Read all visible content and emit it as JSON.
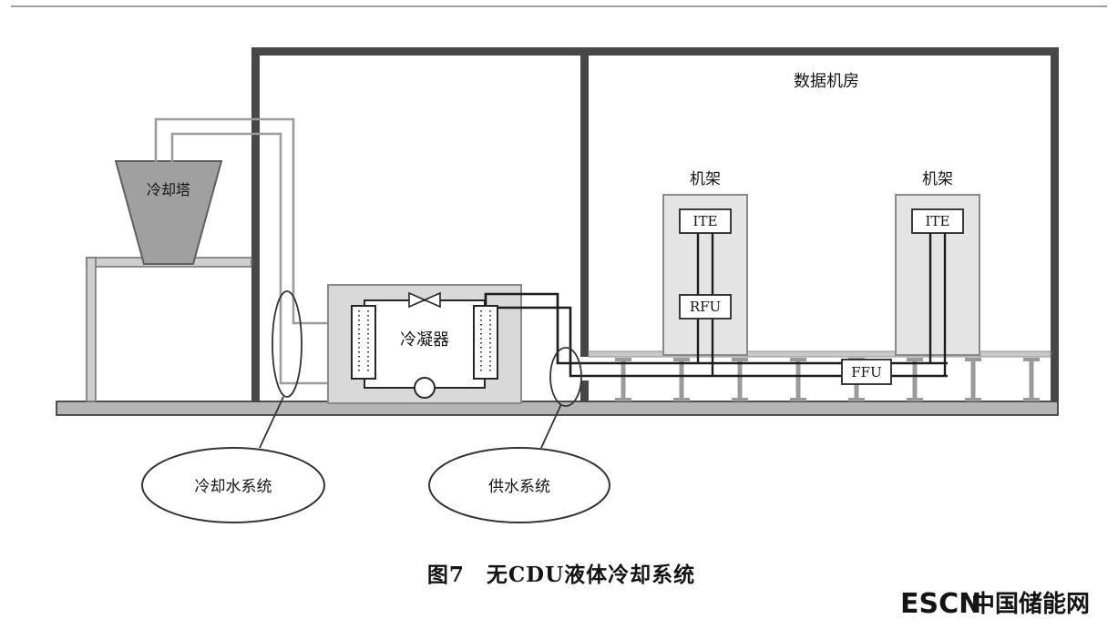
{
  "figure": {
    "data_room_label": "数据机房",
    "cooling_tower_label": "冷却塔",
    "condenser_label": "冷凝器",
    "rack1": {
      "label": "机架",
      "ite_label": "ITE",
      "rfu_label": "RFU"
    },
    "rack2": {
      "label": "机架",
      "ite_label": "ITE"
    },
    "ffu_label": "FFU",
    "callout_cooling_water": "冷却水系统",
    "callout_supply_water": "供水系统"
  },
  "caption": "图7　无CDU液体冷却系统",
  "watermark": {
    "logo": "ESCN",
    "site_name": "中国储能网",
    "color": "#e60012"
  },
  "colors": {
    "wall": "#474747",
    "floor_fill": "#b5b5b5",
    "tower_fill": "#a0a0a0",
    "equipment_fill": "#d9d9d9",
    "rack_fill": "#e4e4e4",
    "cooling_pipe": "#9c9c9c",
    "supply_pipe": "#1c1c1c"
  }
}
